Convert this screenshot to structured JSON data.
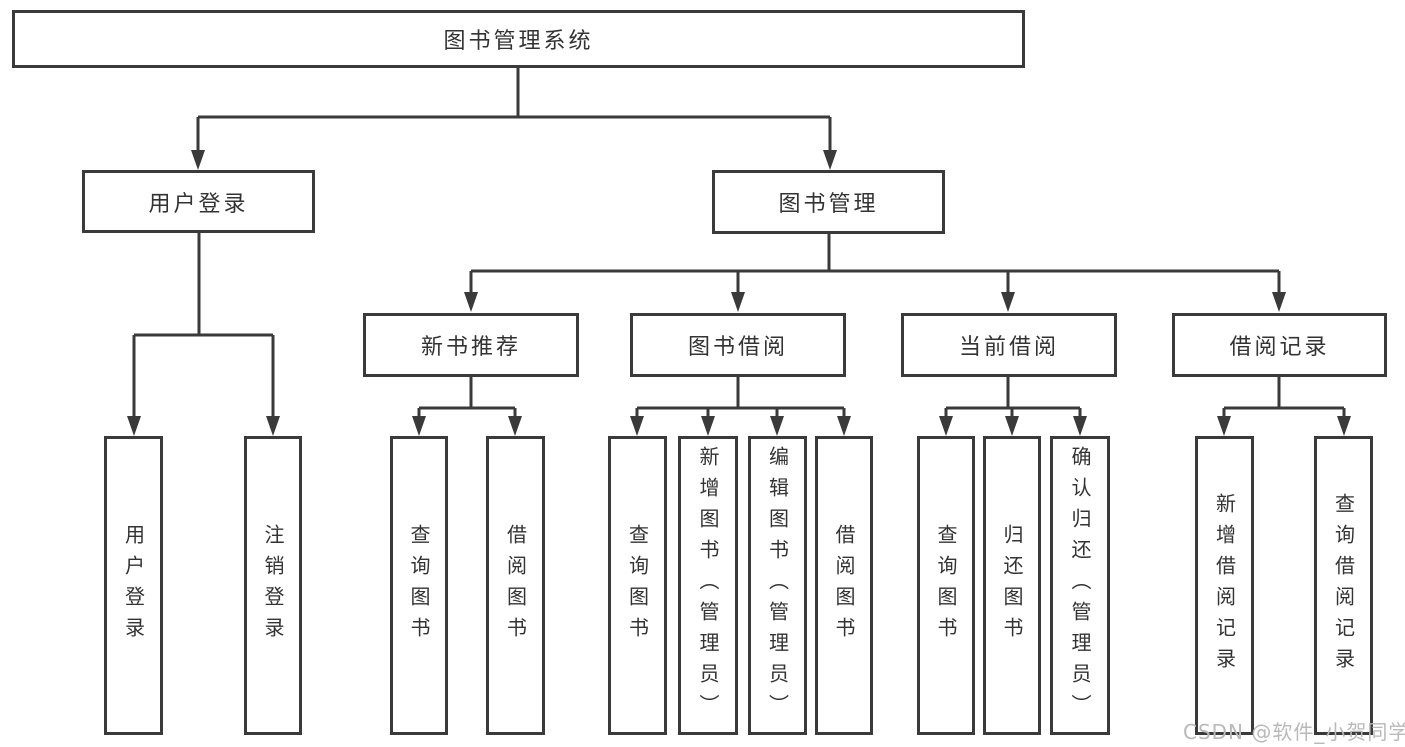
{
  "tree": {
    "root": "图书管理系统",
    "branches": [
      {
        "label": "用户登录",
        "leaves": [
          "用户登录",
          "注销登录"
        ]
      },
      {
        "label": "图书管理",
        "groups": [
          {
            "label": "新书推荐",
            "leaves": [
              "查询图书",
              "借阅图书"
            ]
          },
          {
            "label": "图书借阅",
            "leaves": [
              "查询图书",
              "新增图书（管理员）",
              "编辑图书（管理员）",
              "借阅图书"
            ]
          },
          {
            "label": "当前借阅",
            "leaves": [
              "查询图书",
              "归还图书",
              "确认归还（管理员）"
            ]
          },
          {
            "label": "借阅记录",
            "leaves": [
              "新增借阅记录",
              "查询借阅记录"
            ]
          }
        ]
      }
    ]
  },
  "watermark": "CSDN @软件_小贺同学",
  "colors": {
    "line": "#3a3a3a",
    "text": "#333333",
    "watermark": "#b9b9b9",
    "background": "#ffffff"
  }
}
